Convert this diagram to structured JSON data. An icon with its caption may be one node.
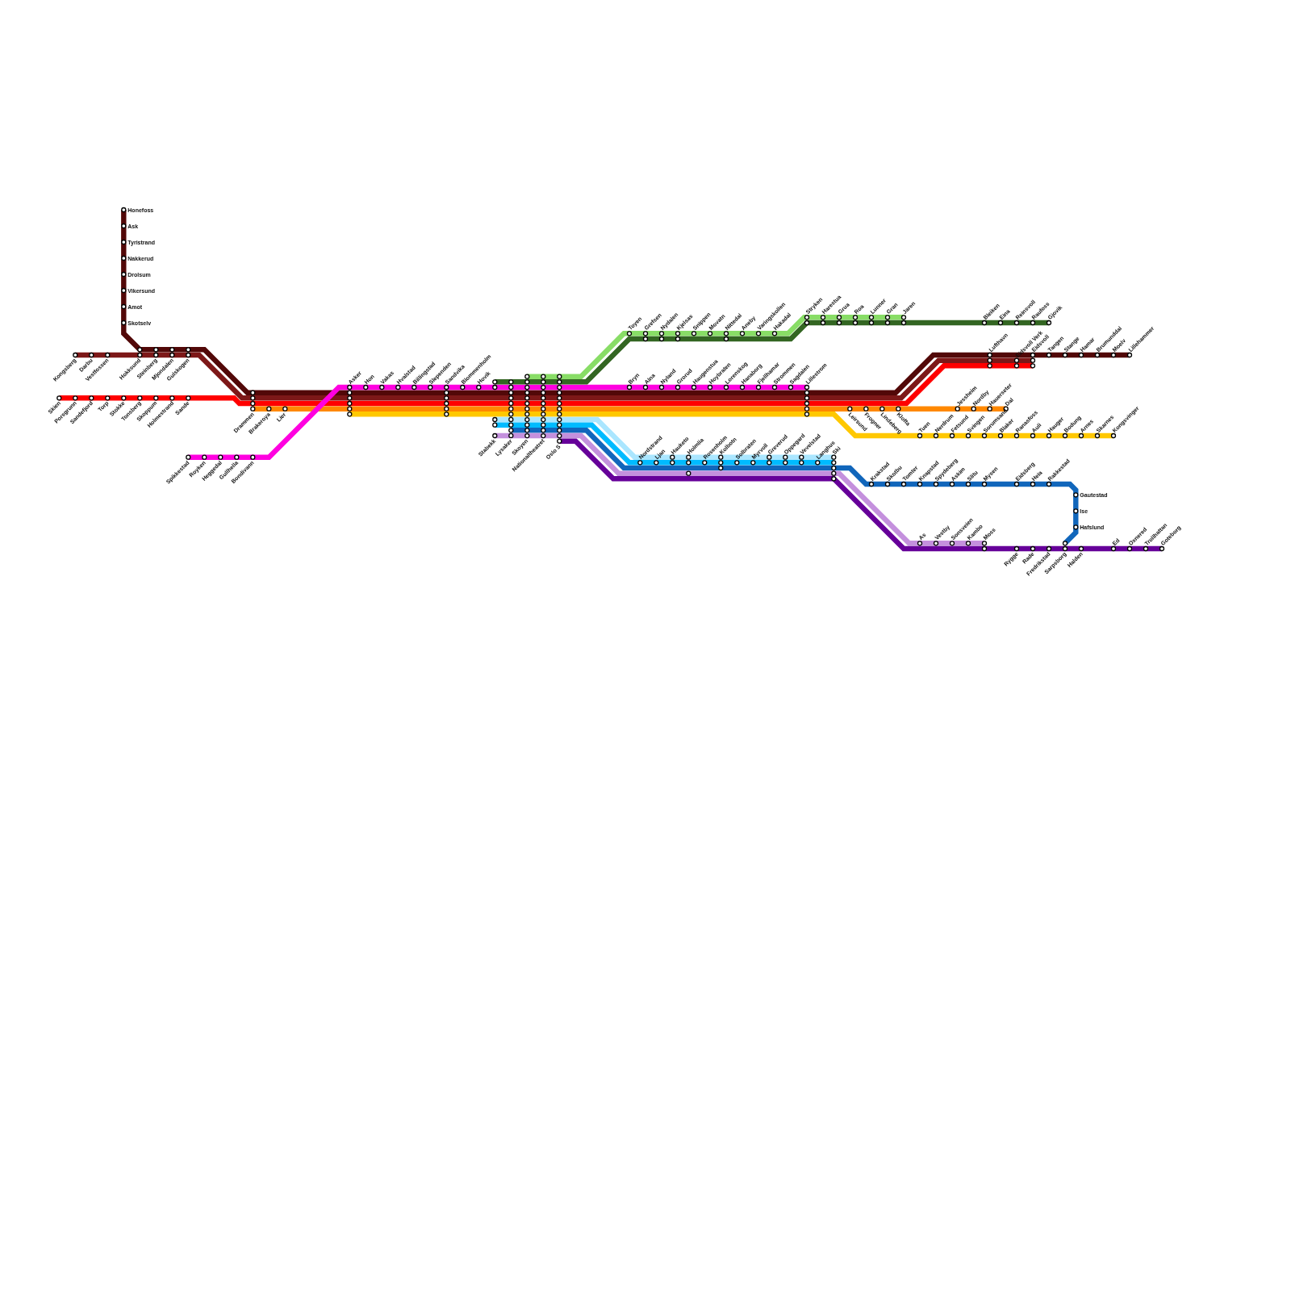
{
  "diagram": {
    "labels": [
      "Honefoss",
      "Ask",
      "Tyristrand",
      "Nakkerud",
      "Drolsum",
      "Vikersund",
      "Amot",
      "Skotselv",
      "Kongsberg",
      "Darbu",
      "Vestfossen",
      "Hokksund",
      "Steinberg",
      "Mjondalen",
      "Gulskogen",
      "Skien",
      "Porsgrunn",
      "Sandefjord",
      "Torp",
      "Stokke",
      "Tonsberg",
      "Skoppum",
      "Holmestrand",
      "Sande",
      "Drammen",
      "Brakeroya",
      "Lier",
      "Spikkestad",
      "Royken",
      "Heggedal",
      "Gullhella",
      "Bondivann",
      "Asker",
      "Hon",
      "Vakas",
      "Hvalstad",
      "Billingstad",
      "Slependen",
      "Sandvika",
      "Blommenholm",
      "Hovik",
      "Stabekk",
      "Lysaker",
      "Skoyen",
      "Nationaltheatret",
      "Oslo S",
      "Toyen",
      "Grefsen",
      "Nydalen",
      "Kjelsas",
      "Snippen",
      "Movatn",
      "Nittedal",
      "Aneby",
      "Varingskollen",
      "Hakadal",
      "Stryken",
      "Harestua",
      "Grua",
      "Roa",
      "Lunner",
      "Gran",
      "Jaren",
      "Bleiken",
      "Eina",
      "Reinsvoll",
      "Raufoss",
      "Gjovik",
      "Bryn",
      "Alna",
      "Nyland",
      "Grorud",
      "Haugenstua",
      "Hoybraten",
      "Lorenskog",
      "Hanaborg",
      "Fjellhamar",
      "Strommen",
      "Sagdalen",
      "Lillestrom",
      "Lufthavn",
      "Eidsvoll Verk",
      "Eidsvoll",
      "Tangen",
      "Stange",
      "Hamar",
      "Brumunddal",
      "Moelv",
      "Lillehammer",
      "Leirsund",
      "Frogner",
      "Lindeberg",
      "Klofta",
      "Jessheim",
      "Nordby",
      "Hauerseter",
      "Dal",
      "Tuen",
      "Nerdrum",
      "Fetsund",
      "Svingen",
      "Sorumsand",
      "Blaker",
      "Ranasfoss",
      "Auli",
      "Hauger",
      "Bodung",
      "Arnes",
      "Skarnes",
      "Kongsvinger",
      "Nordstrand",
      "Ljan",
      "Hauketo",
      "Holmlia",
      "Rosenholm",
      "Kolbotn",
      "Solbraten",
      "Myrvoll",
      "Greverud",
      "Oppegard",
      "Vevelstad",
      "Langhus",
      "Ski",
      "Krakstad",
      "Skotbu",
      "Tomter",
      "Knapstad",
      "Spydeberg",
      "Askim",
      "Slitu",
      "Mysen",
      "Eidsberg",
      "Heia",
      "Rakkestad",
      "Gautestad",
      "Ise",
      "Hafslund",
      "As",
      "Vestby",
      "Sonsveien",
      "Kambo",
      "Moss",
      "Rygge",
      "Rade",
      "Fredrikstad",
      "Sarpsborg",
      "Halden",
      "Ed",
      "Oxnered",
      "Trollhattan",
      "Goteborg"
    ]
  }
}
